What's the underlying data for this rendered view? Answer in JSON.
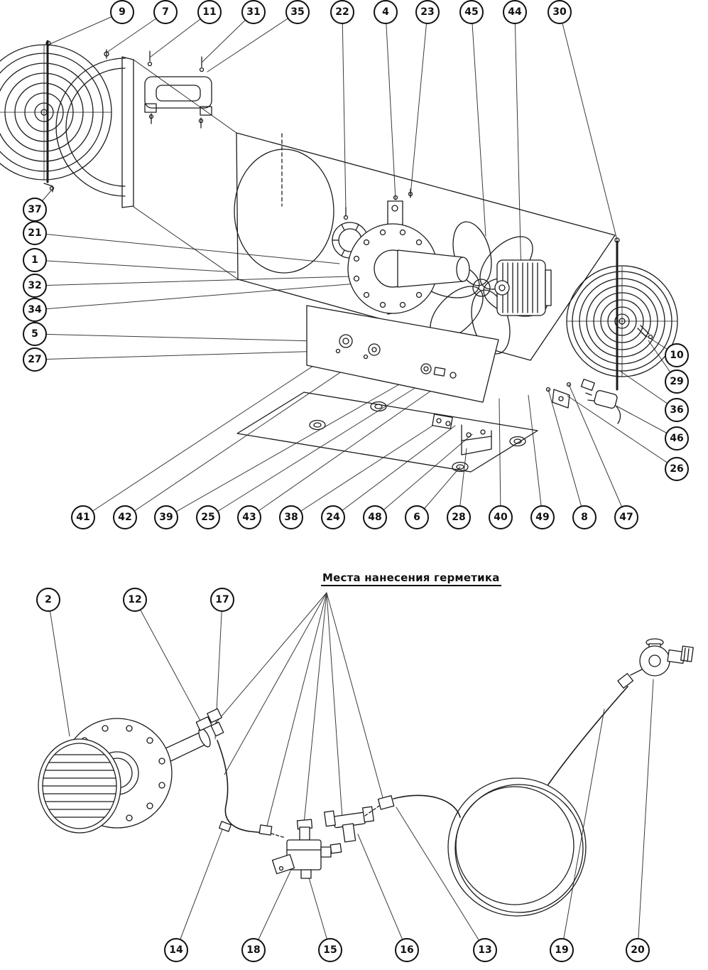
{
  "page": {
    "background": "#ffffff",
    "line_color": "#1b1b1b"
  },
  "exploded_view": {
    "callouts_top": [
      "9",
      "7",
      "11",
      "31",
      "35",
      "22",
      "4",
      "23",
      "45",
      "44",
      "30"
    ],
    "callouts_left": [
      "37",
      "21",
      "1",
      "32",
      "34",
      "5",
      "27"
    ],
    "callouts_right": [
      "10",
      "29",
      "36",
      "46",
      "26"
    ],
    "callouts_bottom": [
      "41",
      "42",
      "39",
      "25",
      "43",
      "38",
      "24",
      "48",
      "6",
      "28",
      "40",
      "49",
      "8",
      "47"
    ]
  },
  "gas_assembly": {
    "sealant_label": "Места нанесения герметика",
    "callouts_top": [
      "2",
      "12",
      "17"
    ],
    "callouts_bottom": [
      "14",
      "18",
      "15",
      "16",
      "13",
      "19",
      "20"
    ]
  }
}
